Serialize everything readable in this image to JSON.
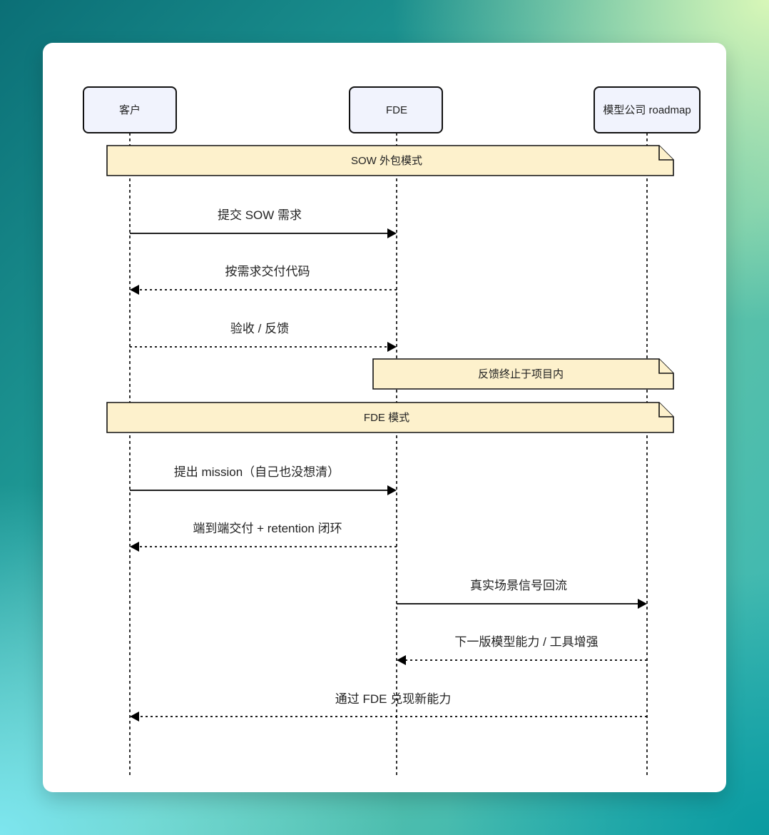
{
  "participants": [
    {
      "id": "customer",
      "label": "客户"
    },
    {
      "id": "fde",
      "label": "FDE"
    },
    {
      "id": "model_company",
      "label": "模型公司 roadmap"
    }
  ],
  "notes": [
    {
      "id": "sow_mode",
      "label": "SOW 外包模式",
      "from": "customer",
      "to": "model_company"
    },
    {
      "id": "feedback_ends",
      "label": "反馈终止于项目内",
      "from": "fde",
      "to": "model_company"
    },
    {
      "id": "fde_mode",
      "label": "FDE 模式",
      "from": "customer",
      "to": "model_company"
    }
  ],
  "messages": [
    {
      "id": "submit_sow",
      "label": "提交 SOW 需求",
      "from": "customer",
      "to": "fde",
      "style": "solid"
    },
    {
      "id": "deliver_code",
      "label": "按需求交付代码",
      "from": "fde",
      "to": "customer",
      "style": "dotted"
    },
    {
      "id": "accept_feedback",
      "label": "验收 / 反馈",
      "from": "customer",
      "to": "fde",
      "style": "dotted"
    },
    {
      "id": "propose_mission",
      "label": "提出 mission（自己也没想清）",
      "from": "customer",
      "to": "fde",
      "style": "solid"
    },
    {
      "id": "e2e_delivery",
      "label": "端到端交付 + retention 闭环",
      "from": "fde",
      "to": "customer",
      "style": "dotted"
    },
    {
      "id": "signal_return",
      "label": "真实场景信号回流",
      "from": "fde",
      "to": "model_company",
      "style": "solid"
    },
    {
      "id": "next_version",
      "label": "下一版模型能力 / 工具增强",
      "from": "model_company",
      "to": "fde",
      "style": "dotted"
    },
    {
      "id": "realize_new",
      "label": "通过 FDE 兑现新能力",
      "from": "model_company",
      "to": "customer",
      "style": "dotted"
    }
  ],
  "colors": {
    "participant_fill": "#f1f3fd",
    "note_fill": "#fdf1cc",
    "line": "#000000"
  }
}
